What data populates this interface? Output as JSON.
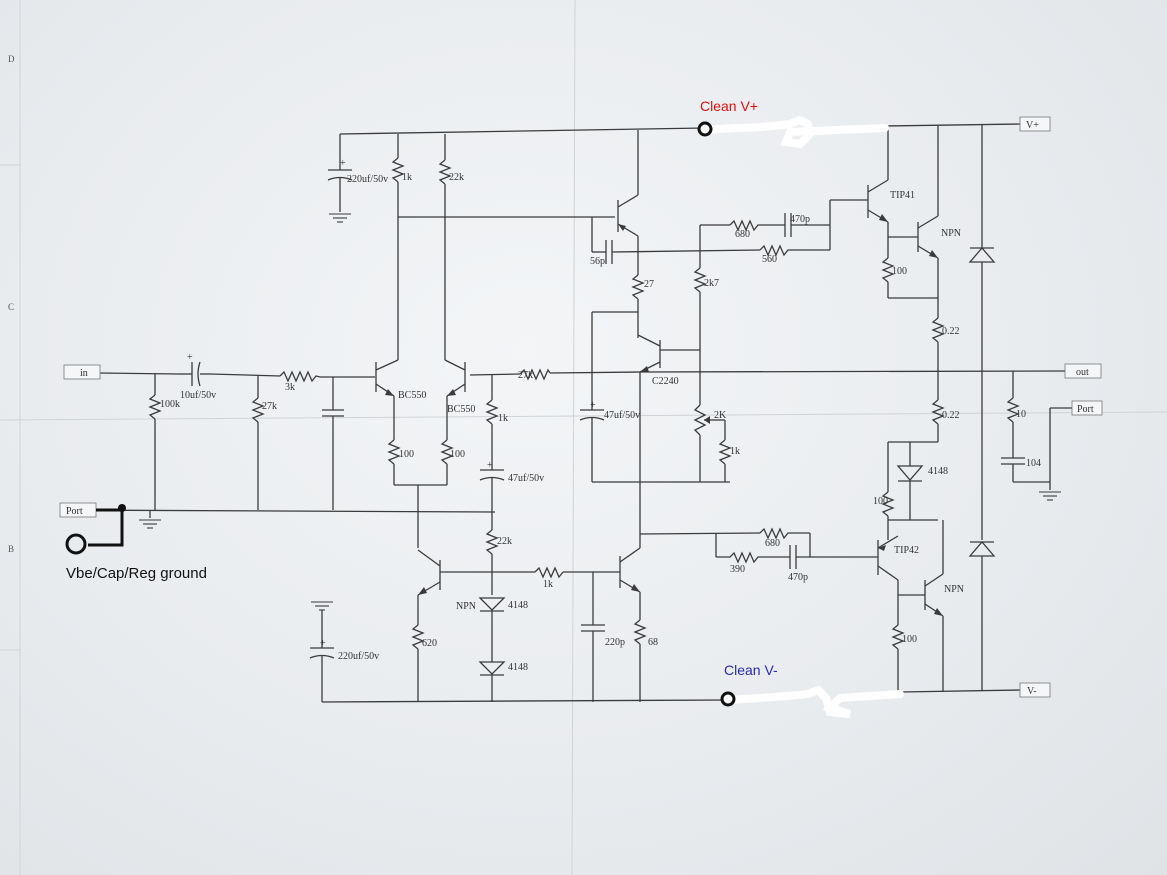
{
  "sheet": {
    "border_letters": [
      "D",
      "C",
      "B"
    ]
  },
  "ports": {
    "in": "in",
    "out": "out",
    "port_left": "Port",
    "port_right": "Port",
    "vplus": "V+",
    "vminus": "V-"
  },
  "annotations": {
    "clean_vplus": "Clean V+",
    "clean_vminus": "Clean V-",
    "ground_note": "Vbe/Cap/Reg ground",
    "clean_vplus_color": "#e01010",
    "clean_vminus_color": "#2a2ab0"
  },
  "components": {
    "c_input": "10uf/50v",
    "r_100k": "100k",
    "r_27k_in": "27k",
    "r_3k": "3k",
    "c_220uf_top": "220uf/50v",
    "r_1k_top": "1k",
    "r_22k_top": "22k",
    "q_bc550_a": "BC550",
    "q_bc550_b": "BC550",
    "r_100_a": "100",
    "r_100_b": "100",
    "r_27k_fb": "27k",
    "r_1k_fb": "1k",
    "c_47uf_fb": "47uf/50v",
    "r_22k_mid": "22k",
    "npn_left": "NPN",
    "d_4148_a": "4148",
    "d_4148_b": "4148",
    "r_620": "620",
    "c_220uf_bot": "220uf/50v",
    "r_1k_bot": "1k",
    "c_220p": "220p",
    "r_68": "68",
    "c_56p": "56p",
    "r_27": "27",
    "r_2k7": "2k7",
    "q_c2240": "C2240",
    "c_47uf_vbe": "47uf/50v",
    "pot_2k": "2K",
    "r_1k_vbe": "1k",
    "r_680_top": "680",
    "c_470p_top": "470p",
    "r_560": "560",
    "q_tip41": "TIP41",
    "npn_top": "NPN",
    "r_100_top": "100",
    "r_022_top": "0.22",
    "r_022_bot": "0.22",
    "r_10": "10",
    "c_104": "104",
    "d_4148_out": "4148",
    "r_100_out": "100",
    "r_680_bot": "680",
    "r_390": "390",
    "c_470p_bot": "470p",
    "q_tip42": "TIP42",
    "npn_bot": "NPN",
    "r_100_bot": "100"
  }
}
